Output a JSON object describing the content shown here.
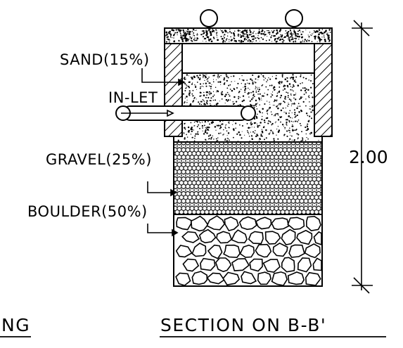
{
  "labels": {
    "sand": "SAND(15%)",
    "inlet": "IN-LET",
    "gravel": "GRAVEL(25%)",
    "boulder": "BOULDER(50%)"
  },
  "dimension": "2.00",
  "titles": {
    "left_partial": "NG",
    "section": "SECTION ON B-B'"
  },
  "colors": {
    "ink": "#000000",
    "paper": "#ffffff"
  }
}
